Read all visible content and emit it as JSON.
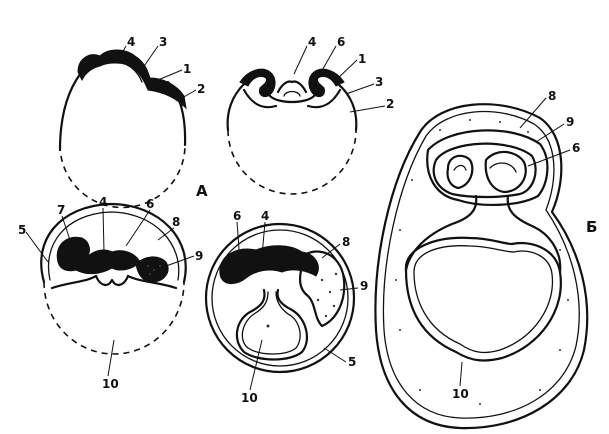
{
  "panels": {
    "A": "А",
    "B": "Б"
  },
  "labels": {
    "d1": {
      "n4": "4",
      "n3": "3",
      "n1": "1",
      "n2": "2"
    },
    "d2": {
      "n4": "4",
      "n6": "6",
      "n1": "1",
      "n3": "3",
      "n2": "2"
    },
    "d3": {
      "n5": "5",
      "n7": "7",
      "n4": "4",
      "n6": "6",
      "n8": "8",
      "n9": "9",
      "n10": "10"
    },
    "d4": {
      "n6": "6",
      "n4": "4",
      "n8": "8",
      "n9": "9",
      "n5": "5",
      "n10": "10"
    },
    "d5": {
      "n8": "8",
      "n9": "9",
      "n6": "6",
      "n10": "10"
    }
  }
}
